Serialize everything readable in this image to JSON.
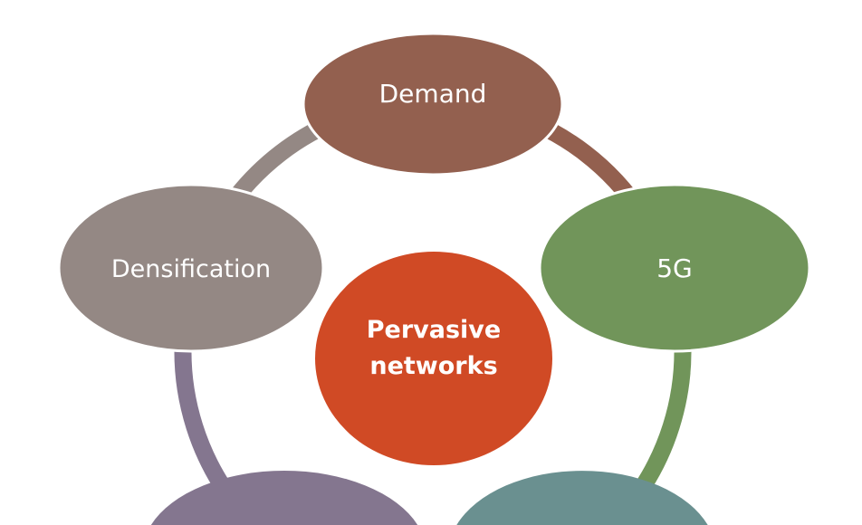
{
  "diagram": {
    "center": {
      "line1": "Pervasive",
      "line2": "networks",
      "color": "#D04A25"
    },
    "nodes": [
      {
        "label": "Demand",
        "color": "#93604F"
      },
      {
        "label": "5G",
        "color": "#71955A"
      },
      {
        "label": "Densification",
        "color": "#948884"
      },
      {
        "label": "",
        "color": "#84768F"
      },
      {
        "label": "",
        "color": "#6A9090"
      }
    ]
  }
}
